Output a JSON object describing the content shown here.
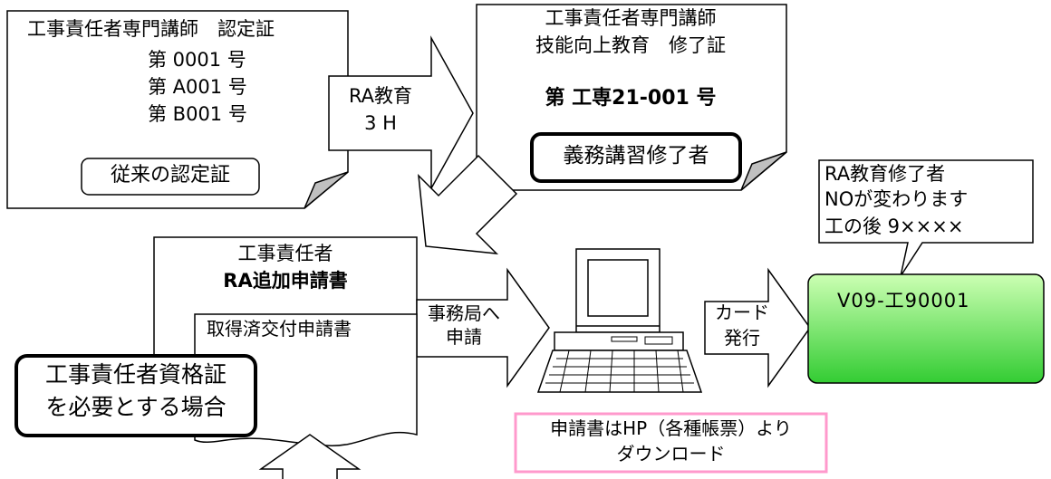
{
  "old_cert": {
    "title": "工事責任者専門講師　認定証",
    "numbers": [
      "第 0001 号",
      "第 A001 号",
      "第 B001 号"
    ],
    "badge": "従来の認定証"
  },
  "ra_education": {
    "line1": "RA教育",
    "line2": "3 H"
  },
  "new_cert": {
    "title_line1": "工事責任者専門講師",
    "title_line2": "技能向上教育　修了証",
    "number": "第 工専21-001 号",
    "badge": "義務講習修了者"
  },
  "callout": {
    "line1": "RA教育修了者",
    "line2": "NOが変わります",
    "line3": "工の後 9××××"
  },
  "application": {
    "title_line1": "工事責任者",
    "title_line2": "RA追加申請書",
    "sub_doc": "取得済交付申請書",
    "condition_line1": "工事責任者資格証",
    "condition_line2": "を必要とする場合"
  },
  "submit_arrow": {
    "line1": "事務局へ",
    "line2": "申請"
  },
  "issue_arrow": {
    "line1": "カード",
    "line2": "発行"
  },
  "card": {
    "number": "V09-工90001",
    "fill_light": "#ccffb3",
    "fill_dark": "#33cc33"
  },
  "download_note": {
    "line1": "申請書はHP（各種帳票）より",
    "line2": "ダウンロード",
    "border_color": "#ff99cc"
  },
  "icons": {
    "computer": "computer-icon"
  }
}
